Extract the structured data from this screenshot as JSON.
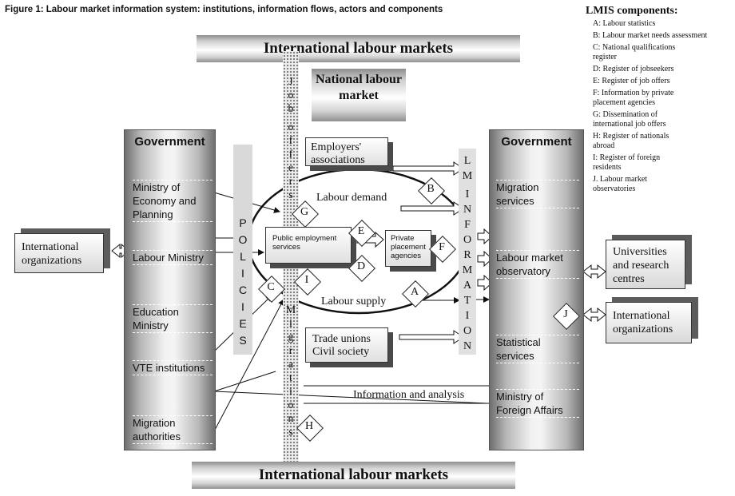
{
  "figure_title": "Figure 1: Labour market information system: institutions, information flows, actors and components",
  "bands": {
    "top": "International labour markets",
    "bottom": "International labour markets",
    "national": "National labour market"
  },
  "left_government": {
    "title": "Government",
    "items": [
      "Ministry of Economy and Planning",
      "Labour Ministry",
      "Education Ministry",
      "VTE institutions",
      "Migration authorities"
    ]
  },
  "right_government": {
    "title": "Government",
    "items": [
      "Migration services",
      "Labour market observatory",
      "Statistical services",
      "Ministry of Foreign Affairs"
    ]
  },
  "policies_letters": [
    "P",
    "O",
    "L",
    "I",
    "C",
    "I",
    "E",
    "S"
  ],
  "job_offers_letters": [
    "J",
    "o",
    "b",
    "",
    "o",
    "f",
    "f",
    "e",
    "r",
    "s"
  ],
  "migrations_letters": [
    "M",
    "i",
    "g",
    "r",
    "a",
    "t",
    "i",
    "o",
    "n",
    "s"
  ],
  "lm_information_letters": [
    "L",
    "M",
    "",
    "I",
    "N",
    "F",
    "O",
    "R",
    "M",
    "A",
    "T",
    "I",
    "O",
    "N"
  ],
  "actors": {
    "employers": "Employers' associations",
    "trade_unions": "Trade unions Civil society",
    "public_employment": "Public employment services",
    "private_placement": "Private placement agencies",
    "intl_org_left": "International organizations",
    "universities": "Universities and research centres",
    "intl_org_right": "International organizations"
  },
  "flows": {
    "labour_demand": "Labour demand",
    "labour_supply": "Labour supply",
    "information_analysis": "Information and analysis"
  },
  "diamonds": [
    "A",
    "B",
    "C",
    "D",
    "E",
    "F",
    "G",
    "H",
    "I",
    "J"
  ],
  "legend": {
    "title": "LMIS components:",
    "items": [
      "A: Labour statistics",
      "B: Labour market needs assessment",
      "C: National qualifications register",
      "D: Register of jobseekers",
      "E: Register of job offers",
      "F: Information by private placement agencies",
      "G: Dissemination of international job offers",
      "H: Register of nationals abroad",
      "I: Register of foreign residents",
      "J. Labour market observatories"
    ]
  }
}
